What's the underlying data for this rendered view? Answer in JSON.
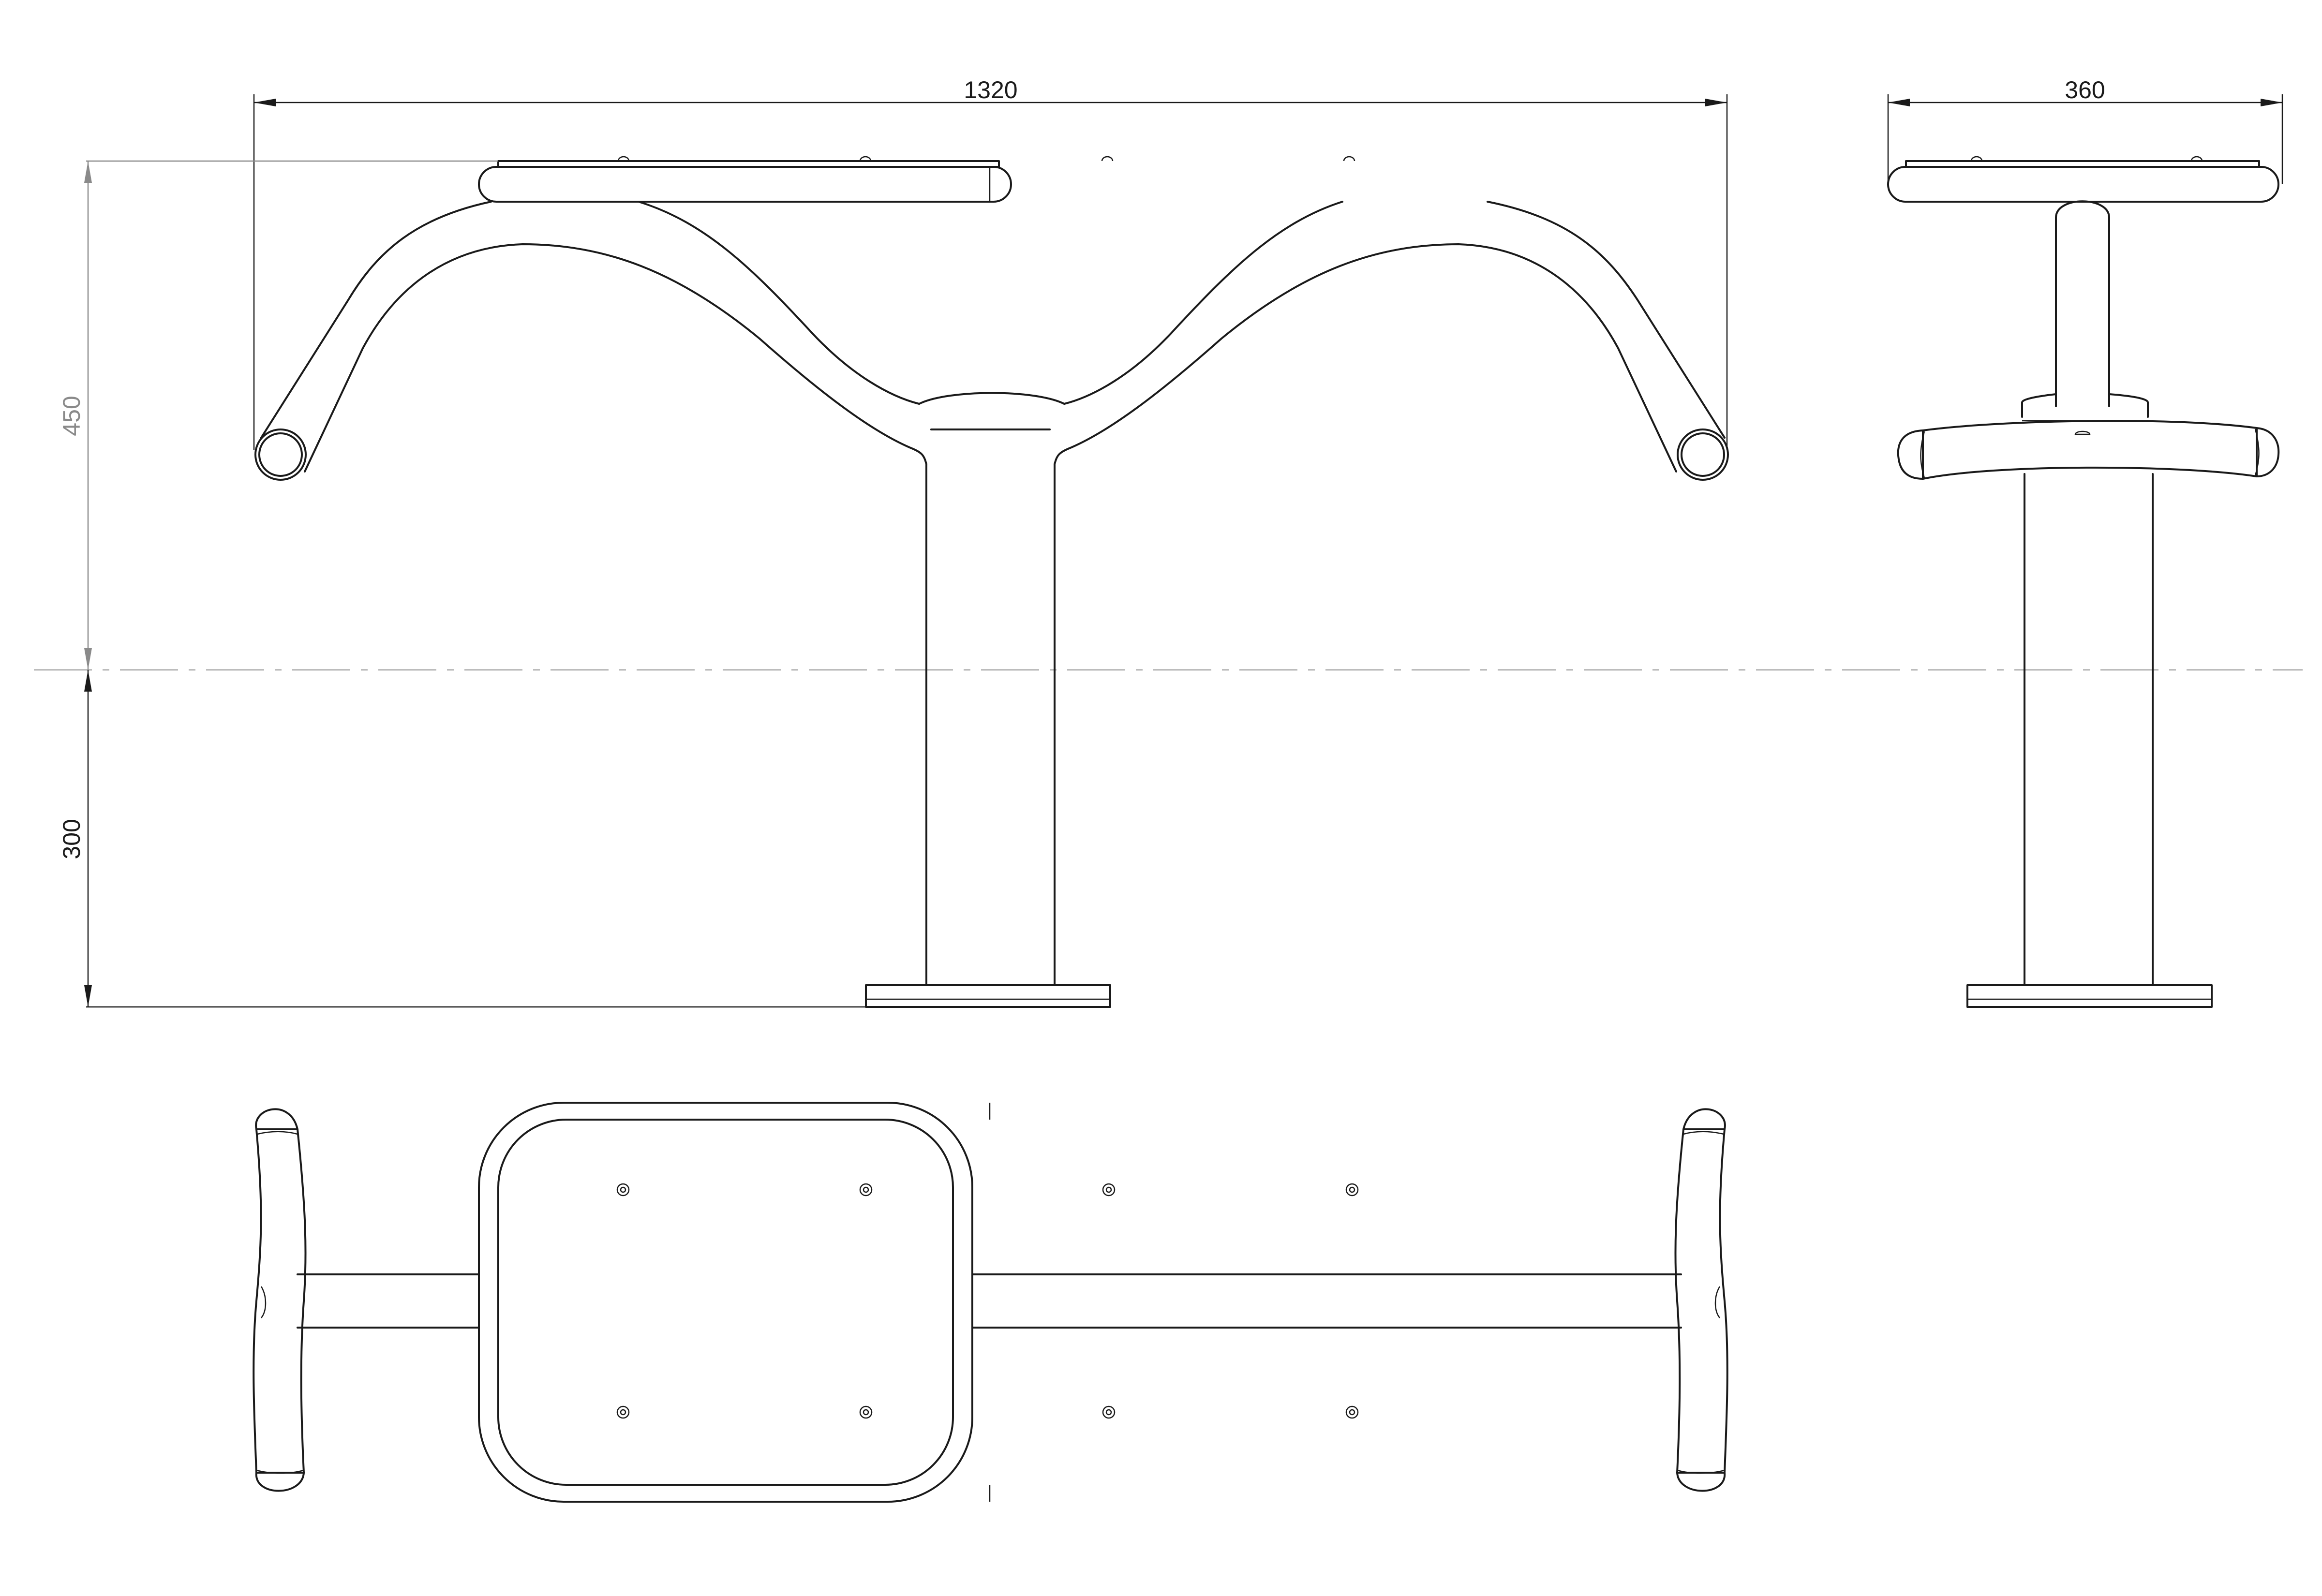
{
  "dimensions": {
    "overall_length": "1320",
    "overall_depth": "360",
    "seat_height_above_ground": "450",
    "embed_depth": "300"
  }
}
